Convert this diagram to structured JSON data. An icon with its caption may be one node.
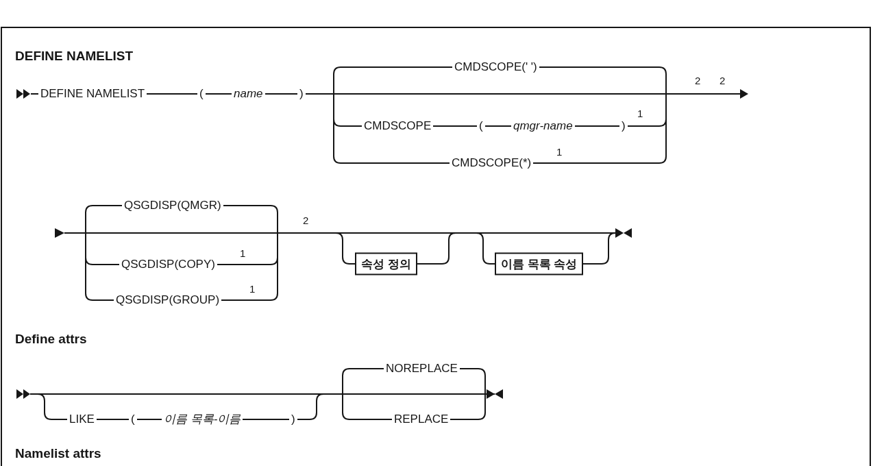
{
  "diagram": {
    "title": "DEFINE NAMELIST",
    "nodes": [
      {
        "text": [
          "속성 정의"
        ]
      },
      {
        "text": [
          "이름 목록 속성"
        ]
      }
    ],
    "labels": [
      "DEFINE NAMELIST",
      "(",
      "name",
      ")",
      "CMDSCOPE(' ')",
      "2",
      "2",
      "CMDSCOPE",
      "(",
      "qmgr-name",
      ")",
      "1",
      "CMDSCOPE(*)",
      "1",
      "QSGDISP(QMGR)",
      "2",
      "QSGDISP(COPY)",
      "1",
      "QSGDISP(GROUP)",
      "1",
      "Define attrs",
      "NOREPLACE",
      "LIKE",
      "(",
      "이름 목록-이름",
      ")",
      "REPLACE",
      "Namelist attrs"
    ]
  }
}
